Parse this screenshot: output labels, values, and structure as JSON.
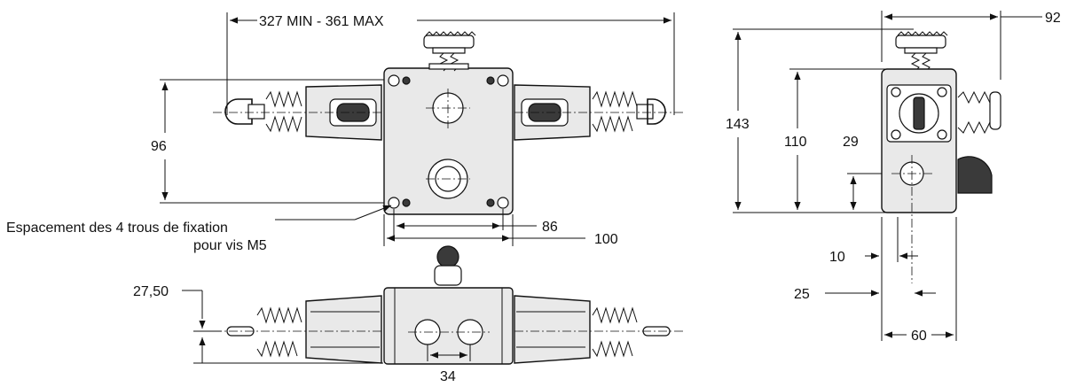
{
  "dimensions": {
    "overall_length": "327 MIN - 361 MAX",
    "height_96": "96",
    "hole_spacing_86": "86",
    "width_100": "100",
    "offset_27_50": "27,50",
    "spacing_34": "34",
    "depth_92": "92",
    "height_143": "143",
    "height_110": "110",
    "offset_29": "29",
    "offset_10": "10",
    "offset_25": "25",
    "width_60": "60"
  },
  "annotations": {
    "mounting_holes_line1": "Espacement des 4 trous de fixation",
    "mounting_holes_line2": "pour vis M5"
  }
}
